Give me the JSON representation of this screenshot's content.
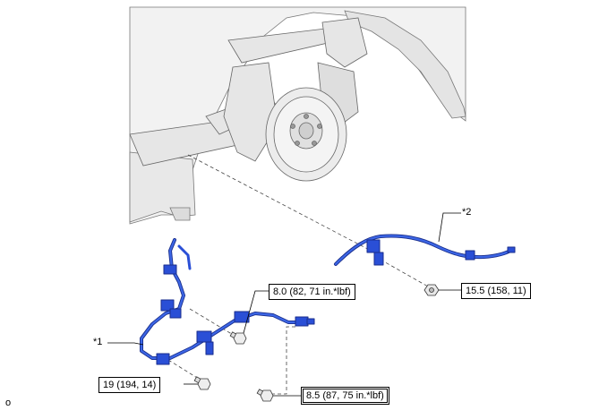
{
  "labels": {
    "torque_top": "8.0 (82, 71 in.*lbf)",
    "torque_right": "15.5 (158, 11)",
    "torque_left": "19 (194, 14)",
    "torque_bottom": "8.5 (87, 75 in.*lbf)",
    "callout_1": "*1",
    "callout_2": "*2",
    "corner_mark": "o"
  },
  "colors": {
    "harness": "#2a4fd6",
    "harness_dark": "#1a2e8c",
    "body_fill": "#f0f0f0",
    "line": "#555555"
  },
  "icons": {
    "bolt": "bolt-icon",
    "nut": "nut-icon",
    "brake_disc": "brake-disc-icon"
  }
}
